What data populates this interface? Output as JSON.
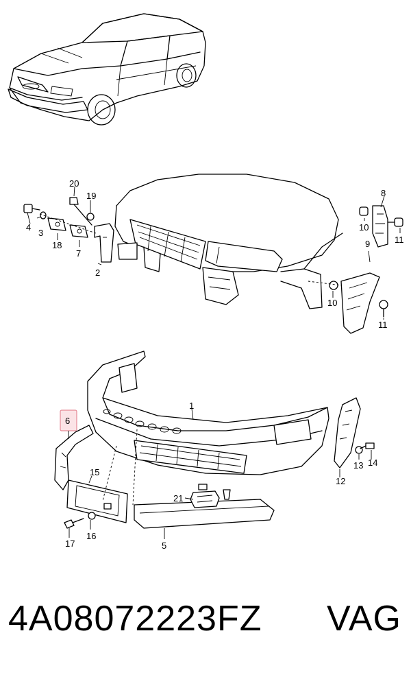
{
  "diagram": {
    "callouts": {
      "c1": "1",
      "c2": "2",
      "c3": "3",
      "c4": "4",
      "c5": "5",
      "c6": "6",
      "c7": "7",
      "c8": "8",
      "c9": "9",
      "c10a": "10",
      "c10b": "10",
      "c11a": "11",
      "c11b": "11",
      "c12": "12",
      "c13": "13",
      "c14": "14",
      "c15": "15",
      "c16": "16",
      "c17": "17",
      "c18": "18",
      "c19": "19",
      "c20": "20",
      "c21": "21"
    },
    "highlight_color": "#fbe3e6",
    "highlight_border": "#e58a96"
  },
  "caption": {
    "part_number": "4A08072223FZ",
    "brand": "VAG"
  }
}
